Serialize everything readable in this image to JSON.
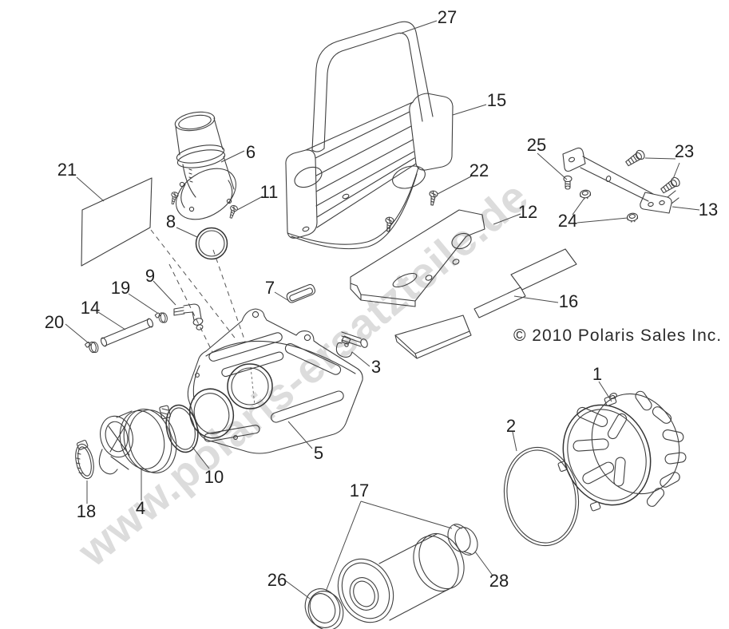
{
  "diagram": {
    "type": "exploded-parts-diagram",
    "watermark": "www.polaris-ersatzteile.de",
    "copyright": "© 2010 Polaris Sales Inc.",
    "callouts": [
      "1",
      "2",
      "3",
      "4",
      "5",
      "6",
      "7",
      "8",
      "9",
      "10",
      "11",
      "12",
      "13",
      "14",
      "15",
      "16",
      "17",
      "18",
      "19",
      "20",
      "21",
      "22",
      "23",
      "24",
      "25",
      "26",
      "27",
      "28"
    ],
    "colors": {
      "background": "#ffffff",
      "line_art": "#3f3f3f",
      "callout_text": "#1f1f1f",
      "watermark": "#c7c7c7"
    }
  }
}
